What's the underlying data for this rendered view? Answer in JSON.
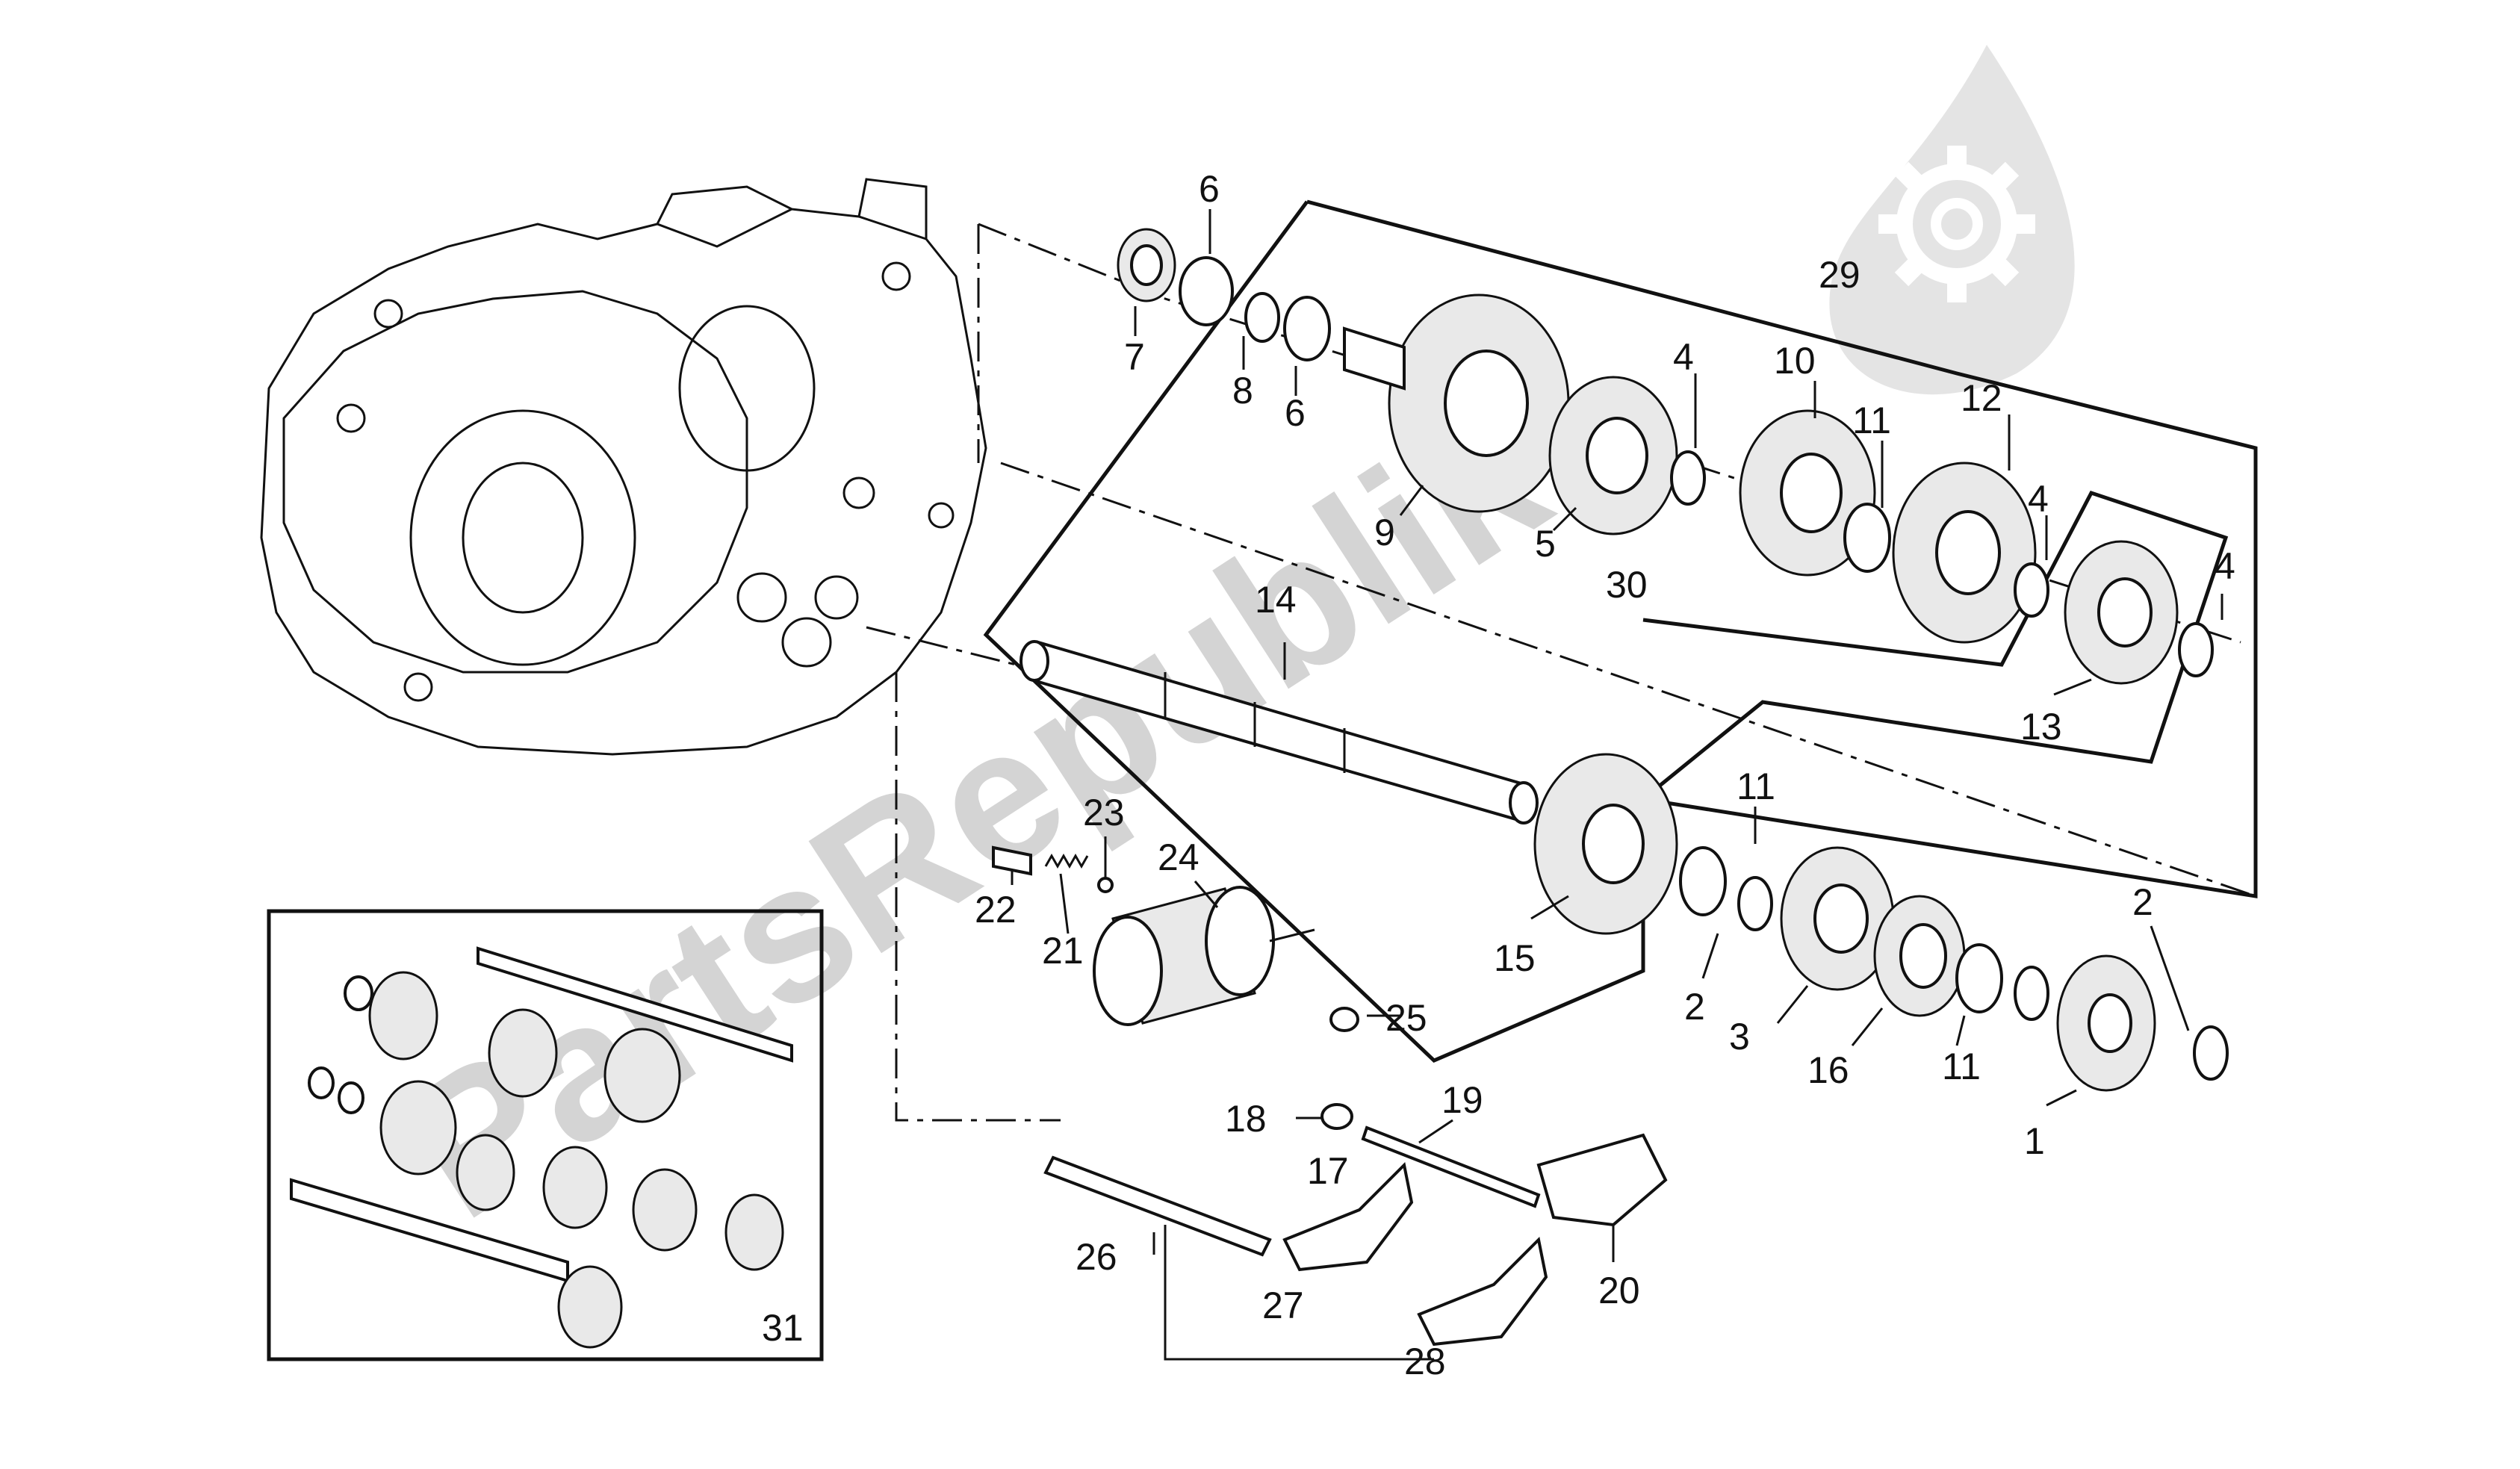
{
  "watermark": {
    "text": "PartsRepublik"
  },
  "callouts": [
    {
      "id": "label-1",
      "text": "1"
    },
    {
      "id": "label-2a",
      "text": "2"
    },
    {
      "id": "label-2b",
      "text": "2"
    },
    {
      "id": "label-3",
      "text": "3"
    },
    {
      "id": "label-4a",
      "text": "4"
    },
    {
      "id": "label-4b",
      "text": "4"
    },
    {
      "id": "label-4c",
      "text": "4"
    },
    {
      "id": "label-5",
      "text": "5"
    },
    {
      "id": "label-6a",
      "text": "6"
    },
    {
      "id": "label-6b",
      "text": "6"
    },
    {
      "id": "label-7",
      "text": "7"
    },
    {
      "id": "label-8",
      "text": "8"
    },
    {
      "id": "label-9",
      "text": "9"
    },
    {
      "id": "label-10",
      "text": "10"
    },
    {
      "id": "label-11a",
      "text": "11"
    },
    {
      "id": "label-11b",
      "text": "11"
    },
    {
      "id": "label-11c",
      "text": "11"
    },
    {
      "id": "label-12",
      "text": "12"
    },
    {
      "id": "label-13",
      "text": "13"
    },
    {
      "id": "label-14",
      "text": "14"
    },
    {
      "id": "label-15",
      "text": "15"
    },
    {
      "id": "label-16",
      "text": "16"
    },
    {
      "id": "label-17",
      "text": "17"
    },
    {
      "id": "label-18",
      "text": "18"
    },
    {
      "id": "label-19",
      "text": "19"
    },
    {
      "id": "label-20",
      "text": "20"
    },
    {
      "id": "label-21",
      "text": "21"
    },
    {
      "id": "label-22",
      "text": "22"
    },
    {
      "id": "label-23",
      "text": "23"
    },
    {
      "id": "label-24",
      "text": "24"
    },
    {
      "id": "label-25",
      "text": "25"
    },
    {
      "id": "label-26",
      "text": "26"
    },
    {
      "id": "label-27",
      "text": "27"
    },
    {
      "id": "label-28",
      "text": "28"
    },
    {
      "id": "label-29",
      "text": "29"
    },
    {
      "id": "label-30",
      "text": "30"
    },
    {
      "id": "label-31",
      "text": "31"
    }
  ]
}
